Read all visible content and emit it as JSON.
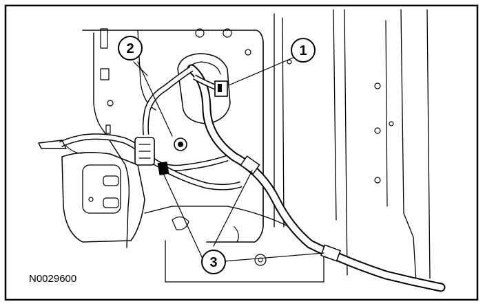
{
  "figure_id": "N0029600",
  "callouts": [
    {
      "number": "1"
    },
    {
      "number": "2"
    },
    {
      "number": "3"
    }
  ]
}
